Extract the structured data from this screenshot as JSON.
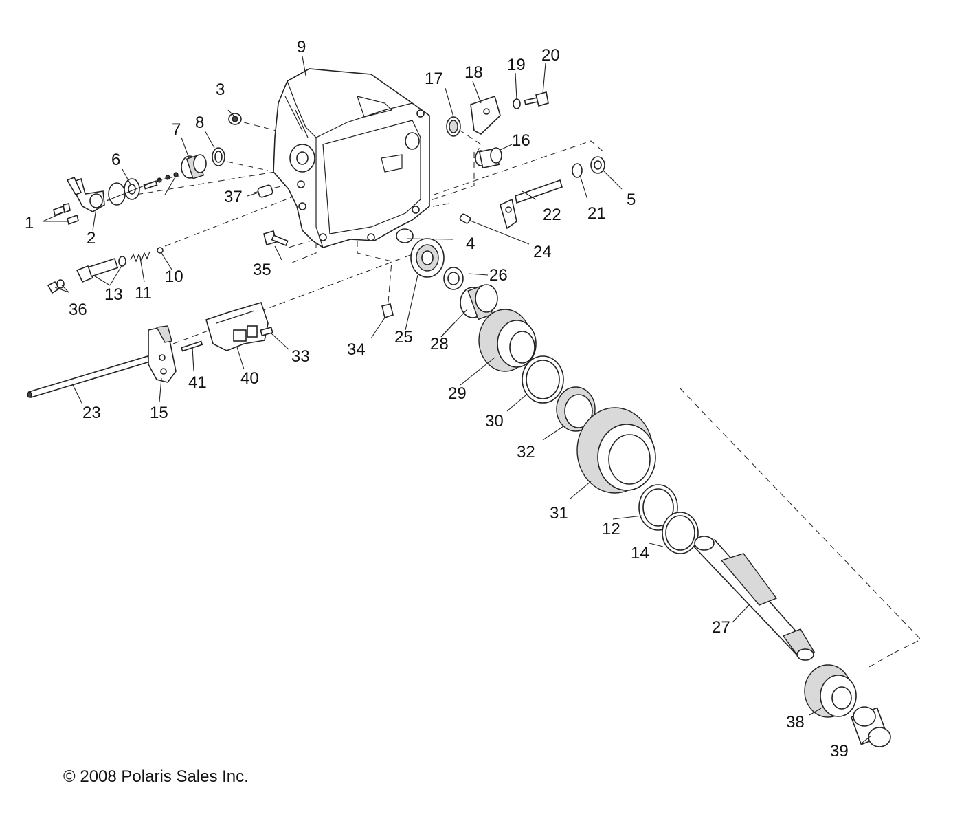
{
  "copyright": "© 2008 Polaris Sales Inc.",
  "callouts": [
    "1",
    "2",
    "3",
    "4",
    "5",
    "6",
    "7",
    "8",
    "9",
    "10",
    "11",
    "12",
    "13",
    "14",
    "15",
    "16",
    "17",
    "18",
    "19",
    "20",
    "21",
    "22",
    "23",
    "24",
    "25",
    "26",
    "27",
    "28",
    "29",
    "30",
    "31",
    "32",
    "33",
    "34",
    "35",
    "36",
    "37",
    "38",
    "39",
    "40",
    "41"
  ]
}
